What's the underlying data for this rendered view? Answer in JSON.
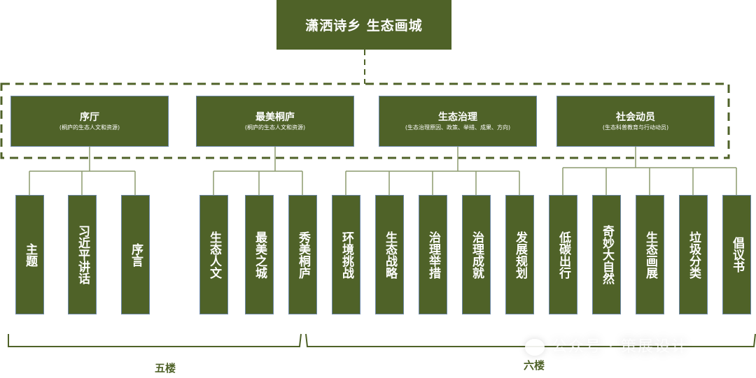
{
  "root": {
    "title": "潇洒诗乡 生态画城"
  },
  "sections": [
    {
      "title": "序厅",
      "subtitle": "(桐庐的生态人文和资源)"
    },
    {
      "title": "最美桐庐",
      "subtitle": "(桐庐的生态人文和资源)"
    },
    {
      "title": "生态治理",
      "subtitle": "(生态治理原因、政策、举措、成果、方向)"
    },
    {
      "title": "社会动员",
      "subtitle": "(生态科普教育与行动动员)"
    }
  ],
  "leaves": [
    {
      "label": "主题",
      "section": 0
    },
    {
      "label": "习近平讲话",
      "section": 0
    },
    {
      "label": "序言",
      "section": 0
    },
    {
      "label": "生态人文",
      "section": 1
    },
    {
      "label": "最美之城",
      "section": 1
    },
    {
      "label": "秀美桐庐",
      "section": 1
    },
    {
      "label": "环境挑战",
      "section": 2
    },
    {
      "label": "生态战略",
      "section": 2
    },
    {
      "label": "治理举措",
      "section": 2
    },
    {
      "label": "治理成就",
      "section": 2
    },
    {
      "label": "发展规划",
      "section": 2
    },
    {
      "label": "低碳出行",
      "section": 3
    },
    {
      "label": "奇妙大自然",
      "section": 3
    },
    {
      "label": "生态画展",
      "section": 3
    },
    {
      "label": "垃圾分类",
      "section": 3
    },
    {
      "label": "倡议书",
      "section": 3
    }
  ],
  "floors": [
    {
      "label": "五楼"
    },
    {
      "label": "六楼"
    }
  ],
  "watermark": "公众号 · 策展设计",
  "colors": {
    "primary": "#4f6228",
    "border": "#6d88a8",
    "connector": "#8c9a6e"
  }
}
